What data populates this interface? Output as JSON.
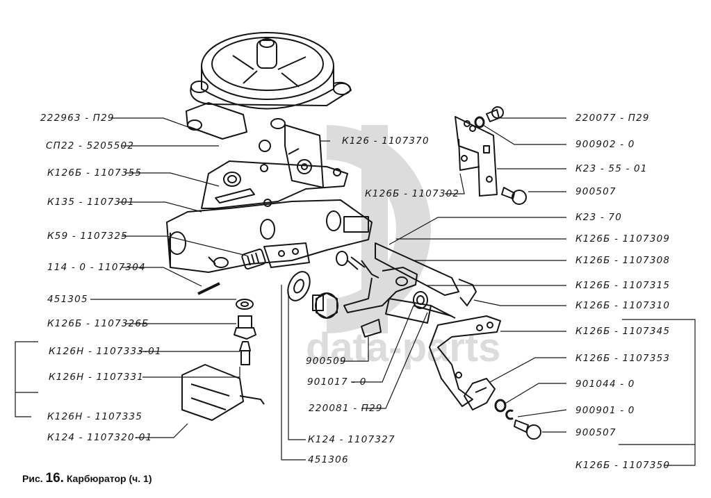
{
  "figure": {
    "caption_prefix": "Рис.",
    "caption_number": "16.",
    "caption_title": "Карбюратор (ч. 1)"
  },
  "watermark": {
    "text": "data-parts",
    "color": "#d9d9d9"
  },
  "colors": {
    "ink": "#151515",
    "paper": "#ffffff"
  },
  "labels_left": [
    "222963 - П29",
    "СП22 - 5205502",
    "К126Б - 1107355",
    "К135 - 1107301",
    "К59 - 1107325",
    "114 - 0 - 1107304",
    "451305",
    "К126Б - 1107326Б",
    "К126Н - 1107333-01",
    "К126Н - 1107331",
    "К126Н - 1107335",
    "К124 - 1107320-01"
  ],
  "labels_center": [
    "К126 - 1107370",
    "К126Б - 1107302",
    "900509",
    "901017 - 0",
    "220081 - П29",
    "К124 - 1107327",
    "451306"
  ],
  "labels_right": [
    "220077 - П29",
    "900902 - 0",
    "К23 - 55 - 01",
    "900507",
    "К23 - 70",
    "К126Б - 1107309",
    "К126Б - 1107308",
    "К126Б - 1107315",
    "К126Б - 1107310",
    "К126Б - 1107345",
    "К126Б - 1107353",
    "901044 - 0",
    "900901 - 0",
    "900507",
    "К126Б - 1107350"
  ]
}
